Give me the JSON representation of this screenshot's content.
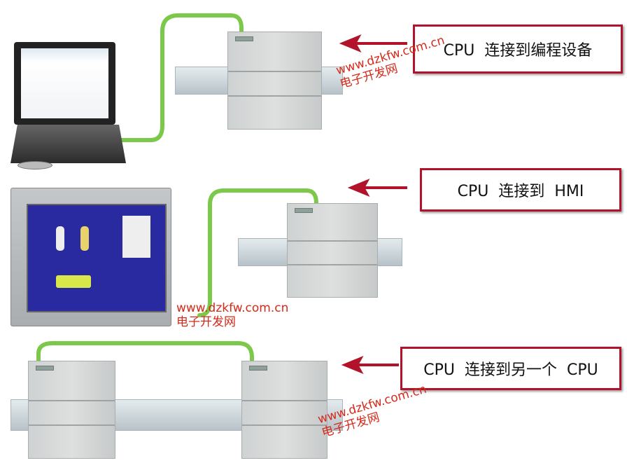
{
  "rows": [
    {
      "label": "CPU  连接到编程设备",
      "device": "programming-device"
    },
    {
      "label": "CPU  连接到  HMI",
      "device": "hmi"
    },
    {
      "label": "CPU  连接到另一个  CPU",
      "device": "cpu"
    }
  ],
  "watermark": {
    "url": "www.dzkfw.com.cn",
    "name": "电子开发网"
  },
  "colors": {
    "cable": "#7cc84a",
    "arrow": "#b2132a",
    "box_border": "#b2132a",
    "watermark": "#d42a1a"
  }
}
